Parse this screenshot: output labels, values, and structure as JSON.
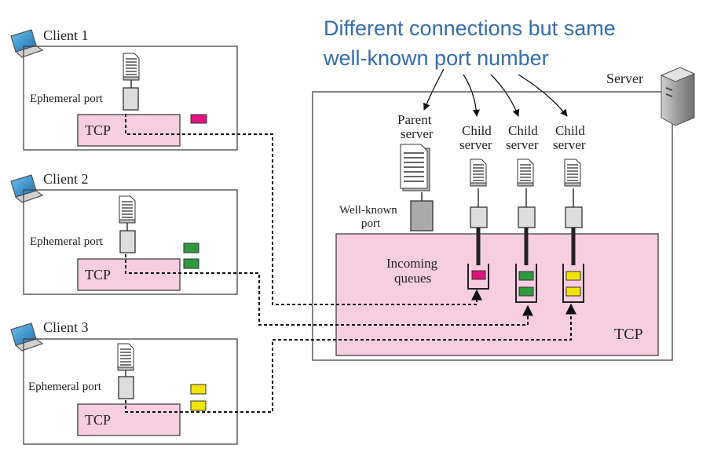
{
  "caption": {
    "line1": "Different connections but same",
    "line2": "well-known port number"
  },
  "clients": [
    {
      "name": "Client 1",
      "port_label": "Ephemeral port",
      "tcp_label": "TCP"
    },
    {
      "name": "Client 2",
      "port_label": "Ephemeral port",
      "tcp_label": "TCP"
    },
    {
      "name": "Client 3",
      "port_label": "Ephemeral port",
      "tcp_label": "TCP"
    }
  ],
  "server": {
    "name": "Server",
    "parent_label_1": "Parent",
    "parent_label_2": "server",
    "child_label_1": "Child",
    "child_label_2": "server",
    "wellknown_label_1": "Well-known",
    "wellknown_label_2": "port",
    "queues_label_1": "Incoming",
    "queues_label_2": "queues",
    "tcp_label": "TCP"
  },
  "colors": {
    "client1_segment": "#e0147a",
    "client2_segment": "#2e9a3e",
    "client3_segment": "#f2e600",
    "tcp_fill": "#f7cde0",
    "caption_text": "#2f6db5",
    "laptop_screen": "#3aa0dc"
  },
  "icons": [
    "laptop-icon",
    "server-tower-icon",
    "document-stack-icon"
  ]
}
